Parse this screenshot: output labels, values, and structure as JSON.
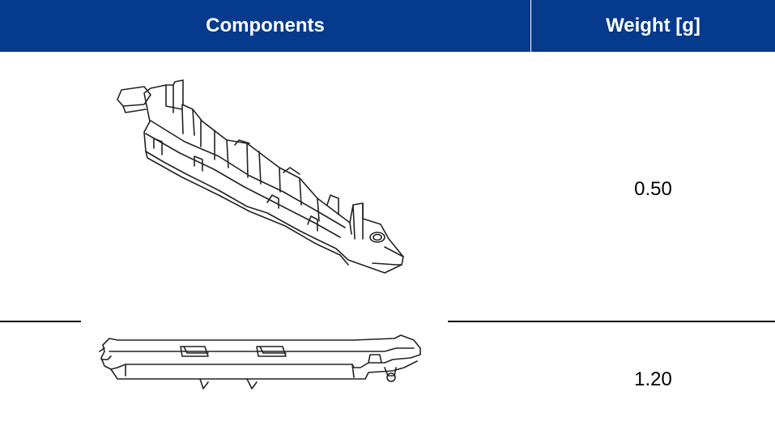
{
  "table": {
    "headers": {
      "components": "Components",
      "weight": "Weight [g]"
    },
    "rows": [
      {
        "component_icon": "elongated-bracket-part-isometric",
        "weight": "0.50"
      },
      {
        "component_icon": "flat-clip-rail-part-side-view",
        "weight": "1.20"
      }
    ]
  },
  "colors": {
    "header_bg": "#063a8c",
    "header_text": "#ffffff",
    "line": "#000000"
  }
}
